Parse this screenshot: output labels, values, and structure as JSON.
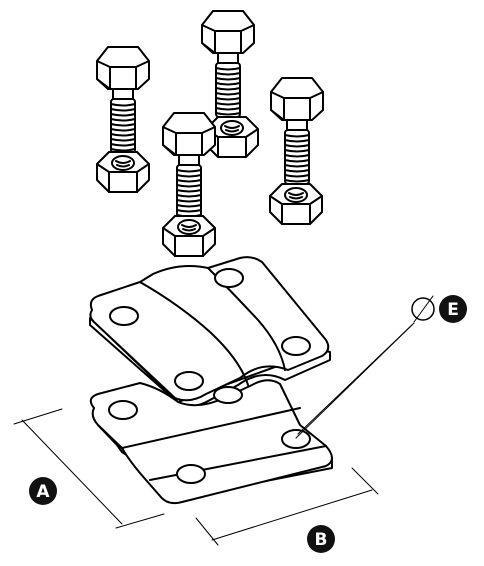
{
  "diagram": {
    "labels": {
      "dimension_a": "A",
      "dimension_b": "B",
      "diameter_symbol": "∅",
      "diameter_label": "E"
    },
    "colors": {
      "line": "#000000",
      "background": "#ffffff",
      "label_fill": "#111111",
      "label_text": "#ffffff"
    },
    "parts": {
      "bolts": 4,
      "nuts": 4,
      "clamp_plates": 2,
      "holes_per_plate": 4
    }
  }
}
